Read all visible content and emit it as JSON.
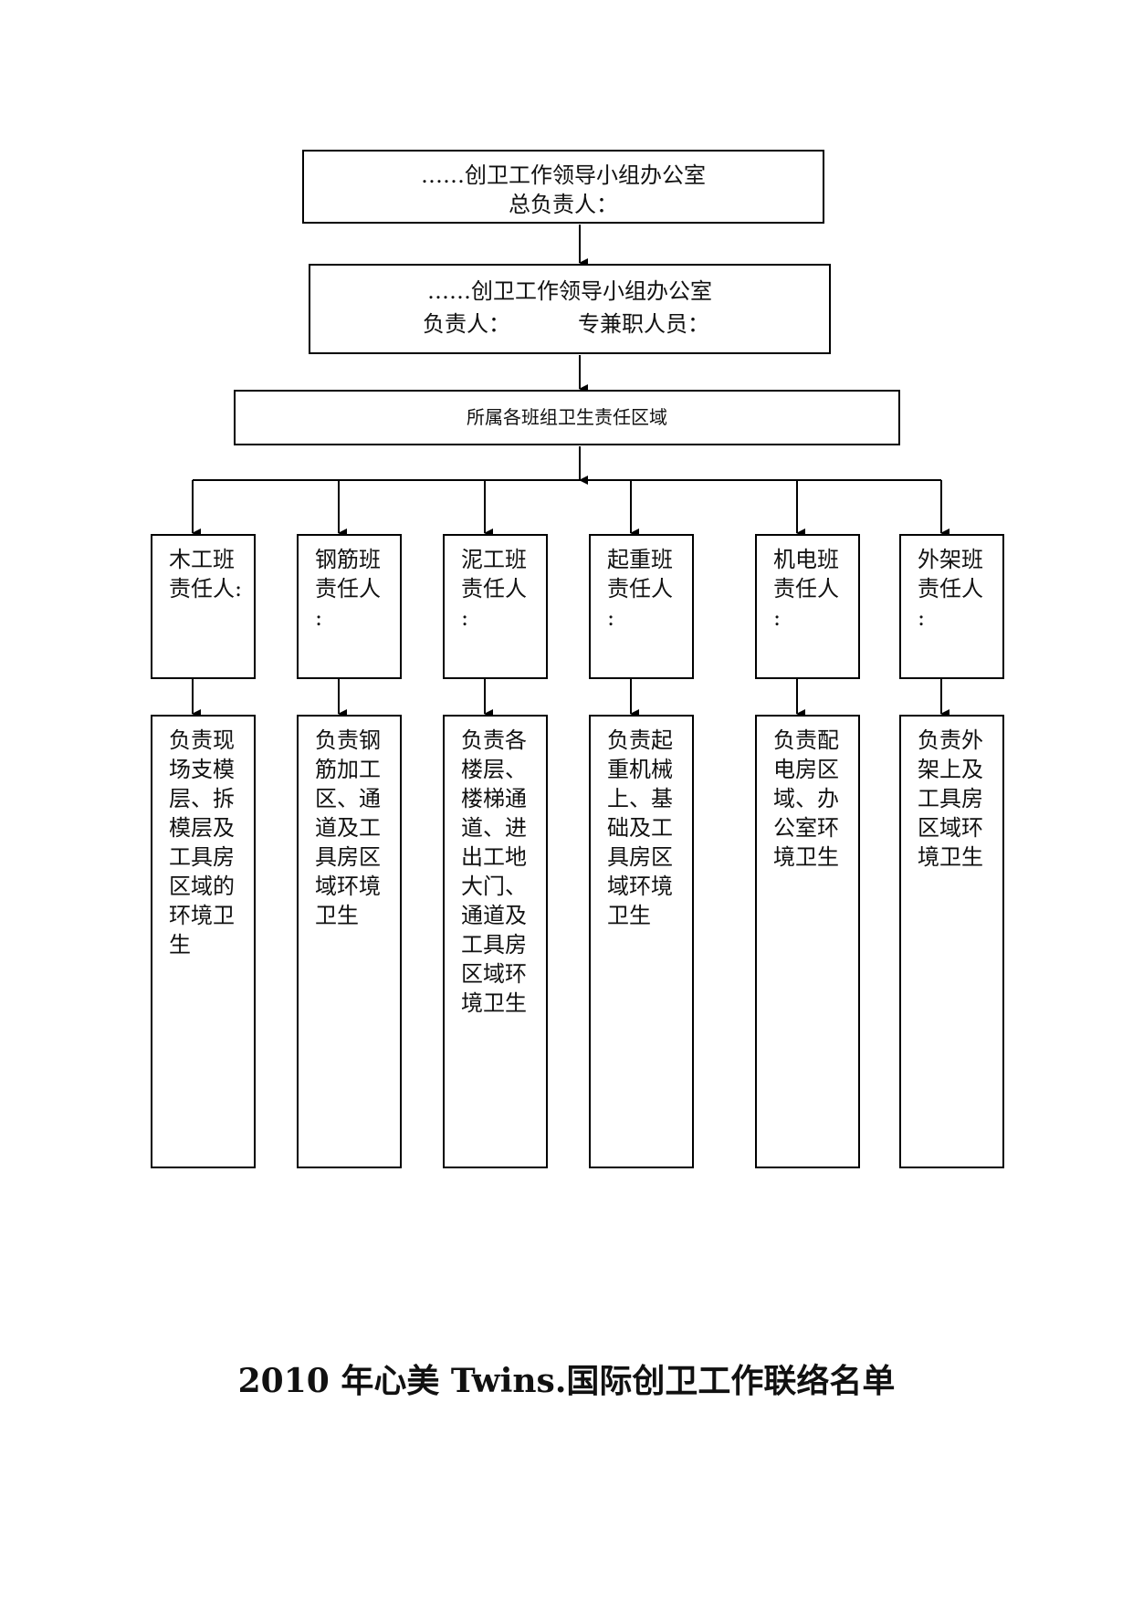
{
  "chart": {
    "top_box": {
      "line1": "……创卫工作领导小组办公室",
      "line2": "总负责人："
    },
    "mid_box": {
      "line1": "……创卫工作领导小组办公室",
      "resp": "负责人：",
      "staff": "专兼职人员："
    },
    "area_box": {
      "label": "所属各班组卫生责任区域"
    },
    "teams": [
      {
        "name": "木工班",
        "role": "责任人:",
        "duty": "负责现场支模层、拆模层及工具房区域的环境卫生"
      },
      {
        "name": "钢筋班",
        "role": "责任人\n:",
        "duty": "负责钢筋加工区、通道及工具房区域环境卫生"
      },
      {
        "name": "泥工班",
        "role": "责任人\n:",
        "duty": "负责各楼层、楼梯通道、进出工地大门、通道及工具房区域环境卫生"
      },
      {
        "name": "起重班",
        "role": "责任人\n:",
        "duty": "负责起重机械上、基础及工具房区域环境卫生"
      },
      {
        "name": "机电班",
        "role": "责任人\n:",
        "duty": "负责配电房区域、办公室环境卫生"
      },
      {
        "name": "外架班",
        "role": "责任人\n:",
        "duty": "负责外架上及工具房区域环境卫生"
      }
    ]
  },
  "footer": {
    "title": "2010 年心美 Twins.国际创卫工作联络名单"
  }
}
